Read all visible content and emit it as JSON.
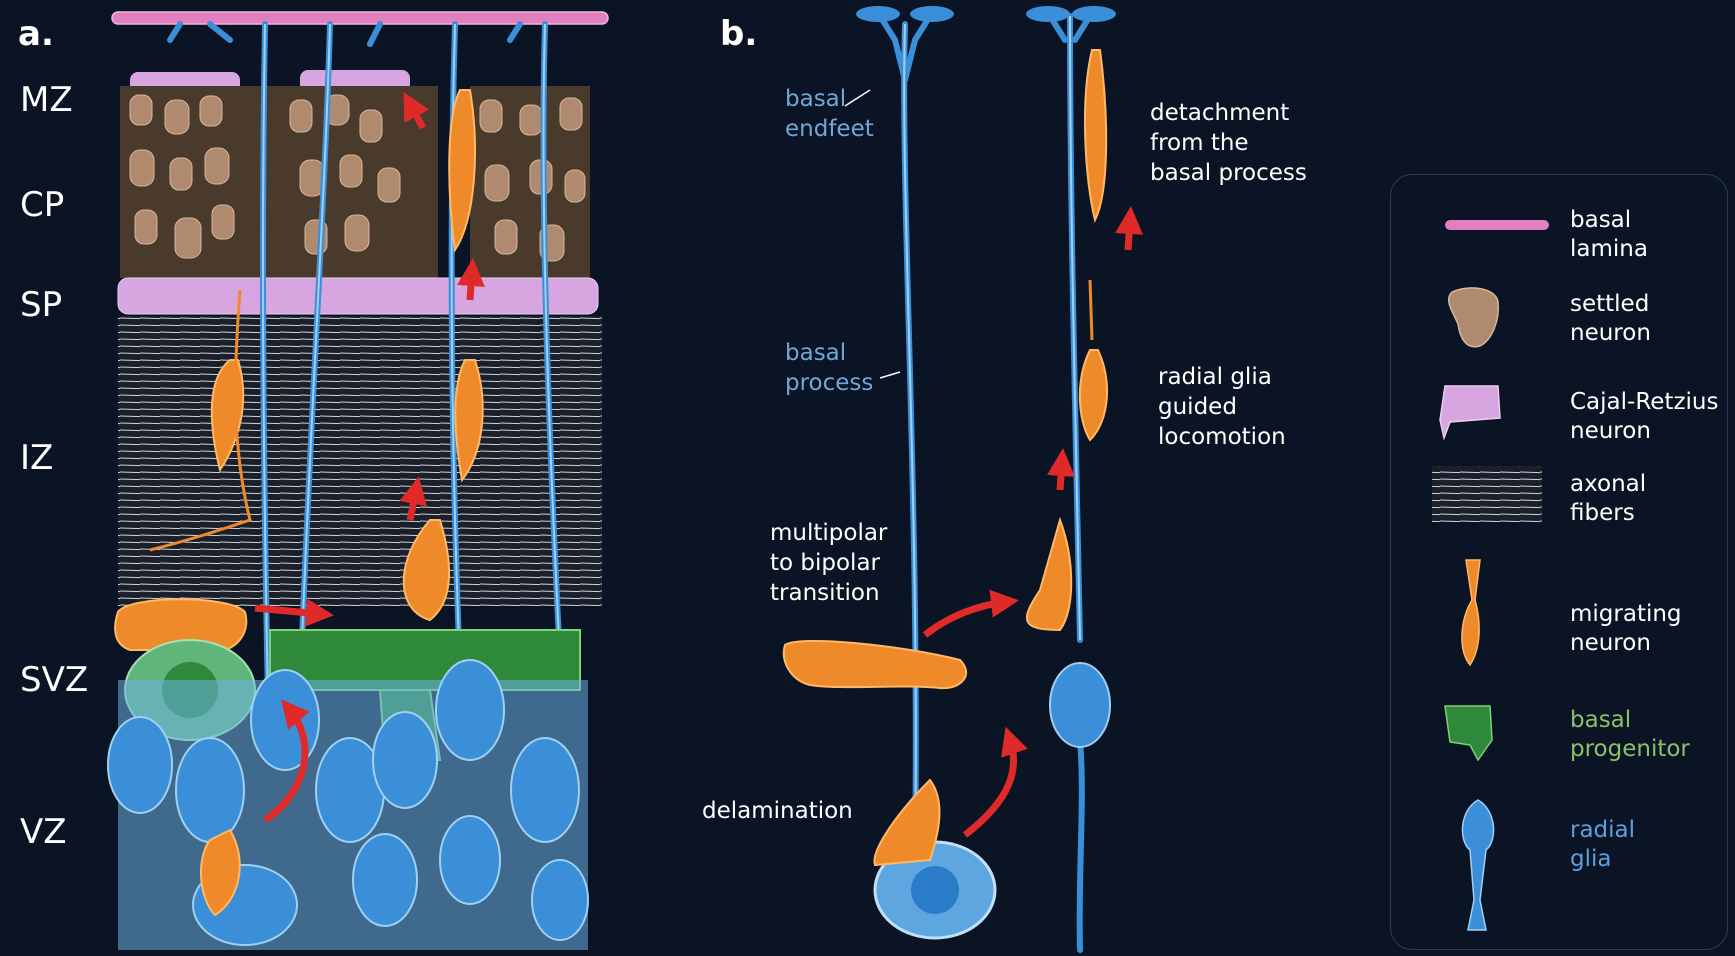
{
  "panels": {
    "a_label": "a.",
    "b_label": "b."
  },
  "layers": [
    "MZ",
    "CP",
    "SP",
    "IZ",
    "SVZ",
    "VZ"
  ],
  "annotations": {
    "basal_endfeet": "basal\nendfeet",
    "basal_process": "basal\nprocess",
    "detachment": "detachment\nfrom the\nbasal process",
    "radial_glia_guided": "radial glia\nguided\nlocomotion",
    "multipolar": "multipolar\nto bipolar\ntransition",
    "delamination": "delamination"
  },
  "legend": {
    "items": [
      {
        "label": "basal\nlamina",
        "color": "#ffffff",
        "icon": "basal-lamina-icon"
      },
      {
        "label": "settled\nneuron",
        "color": "#ffffff",
        "icon": "settled-neuron-icon"
      },
      {
        "label": "Cajal-Retzius\nneuron",
        "color": "#ffffff",
        "icon": "cajal-retzius-icon"
      },
      {
        "label": "axonal\nfibers",
        "color": "#ffffff",
        "icon": "axonal-fibers-icon"
      },
      {
        "label": "migrating\nneuron",
        "color": "#ffffff",
        "icon": "migrating-neuron-icon"
      },
      {
        "label": "basal\nprogenitor",
        "color": "#8cc06a",
        "icon": "basal-progenitor-icon"
      },
      {
        "label": "radial\nglia",
        "color": "#5aa0de",
        "icon": "radial-glia-icon"
      }
    ]
  },
  "colors": {
    "background": "#0b1424",
    "radial_glia": "#3a8fd8",
    "radial_glia_light": "#8cc8ee",
    "migrating_neuron": "#ef8a2a",
    "settled_neuron": "#b08a6e",
    "cortical_plate_bg": "#4a3a2c",
    "cajal_retzius": "#d7a6e0",
    "basal_lamina": "#e27fc0",
    "basal_progenitor": "#2e8a3a",
    "arrow": "#e02a2a"
  }
}
